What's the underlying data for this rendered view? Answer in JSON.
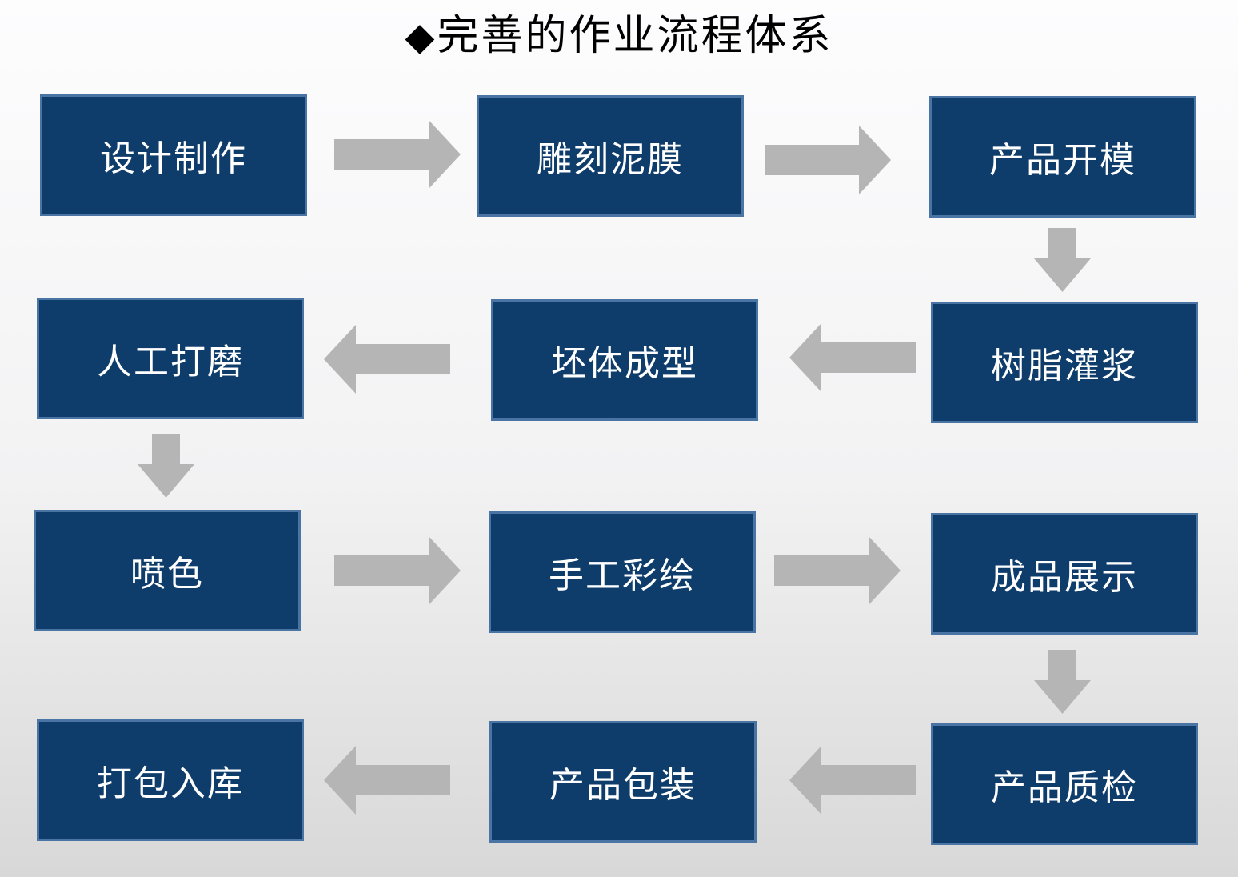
{
  "title": {
    "diamond": "◆",
    "text": "完善的作业流程体系"
  },
  "boxes": [
    {
      "label": "设计制作"
    },
    {
      "label": "雕刻泥膜"
    },
    {
      "label": "产品开模"
    },
    {
      "label": "人工打磨"
    },
    {
      "label": "坯体成型"
    },
    {
      "label": "树脂灌浆"
    },
    {
      "label": "喷色"
    },
    {
      "label": "手工彩绘"
    },
    {
      "label": "成品展示"
    },
    {
      "label": "打包入库"
    },
    {
      "label": "产品包装"
    },
    {
      "label": "产品质检"
    }
  ],
  "connectors": [
    {
      "from": "设计制作",
      "to": "雕刻泥膜",
      "direction": "right"
    },
    {
      "from": "雕刻泥膜",
      "to": "产品开模",
      "direction": "right"
    },
    {
      "from": "产品开模",
      "to": "树脂灌浆",
      "direction": "down"
    },
    {
      "from": "树脂灌浆",
      "to": "坯体成型",
      "direction": "left"
    },
    {
      "from": "坯体成型",
      "to": "人工打磨",
      "direction": "left"
    },
    {
      "from": "人工打磨",
      "to": "喷色",
      "direction": "down"
    },
    {
      "from": "喷色",
      "to": "手工彩绘",
      "direction": "right"
    },
    {
      "from": "手工彩绘",
      "to": "成品展示",
      "direction": "right"
    },
    {
      "from": "成品展示",
      "to": "产品质检",
      "direction": "down"
    },
    {
      "from": "产品质检",
      "to": "产品包装",
      "direction": "left"
    },
    {
      "from": "产品包装",
      "to": "打包入库",
      "direction": "left"
    }
  ],
  "colors": {
    "box_fill": "#0e3c6b",
    "box_border": "#4a74a3",
    "arrow": "#b5b5b5",
    "title_color": "#000000",
    "bg_top": "#fdfdfe",
    "bg_bottom": "#d8d8d8"
  }
}
